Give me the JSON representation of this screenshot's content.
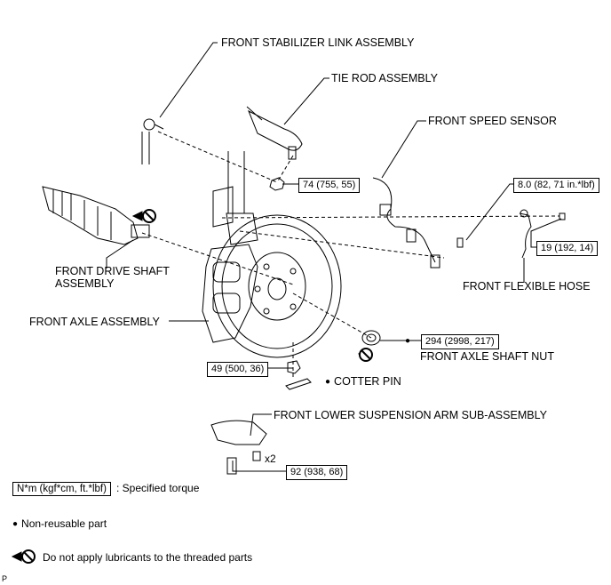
{
  "labels": {
    "stabilizer_link": "FRONT STABILIZER LINK ASSEMBLY",
    "tie_rod": "TIE ROD ASSEMBLY",
    "speed_sensor": "FRONT SPEED SENSOR",
    "drive_shaft_line1": "FRONT DRIVE SHAFT",
    "drive_shaft_line2": "ASSEMBLY",
    "flexible_hose": "FRONT FLEXIBLE HOSE",
    "axle_assembly": "FRONT AXLE ASSEMBLY",
    "axle_shaft_nut": "FRONT AXLE SHAFT NUT",
    "cotter_pin": "COTTER PIN",
    "lower_arm": "FRONT LOWER SUSPENSION ARM SUB-ASSEMBLY",
    "qty": "x2"
  },
  "torques": {
    "tie_rod_nut": "74 (755, 55)",
    "sensor_bolt": "8.0 (82, 71 in.*lbf)",
    "hose_bolt": "19 (192, 14)",
    "axle_nut": "294 (2998, 217)",
    "ball_joint_nut": "49 (500, 36)",
    "arm_bolts": "92 (938, 68)"
  },
  "legend": {
    "spec_box": "N*m (kgf*cm, ft.*lbf)",
    "spec_text": ": Specified torque",
    "nonreusable": "Non-reusable part",
    "no_lube": "Do not apply lubricants to the threaded parts",
    "bullet": "●"
  },
  "corner_mark": "P"
}
